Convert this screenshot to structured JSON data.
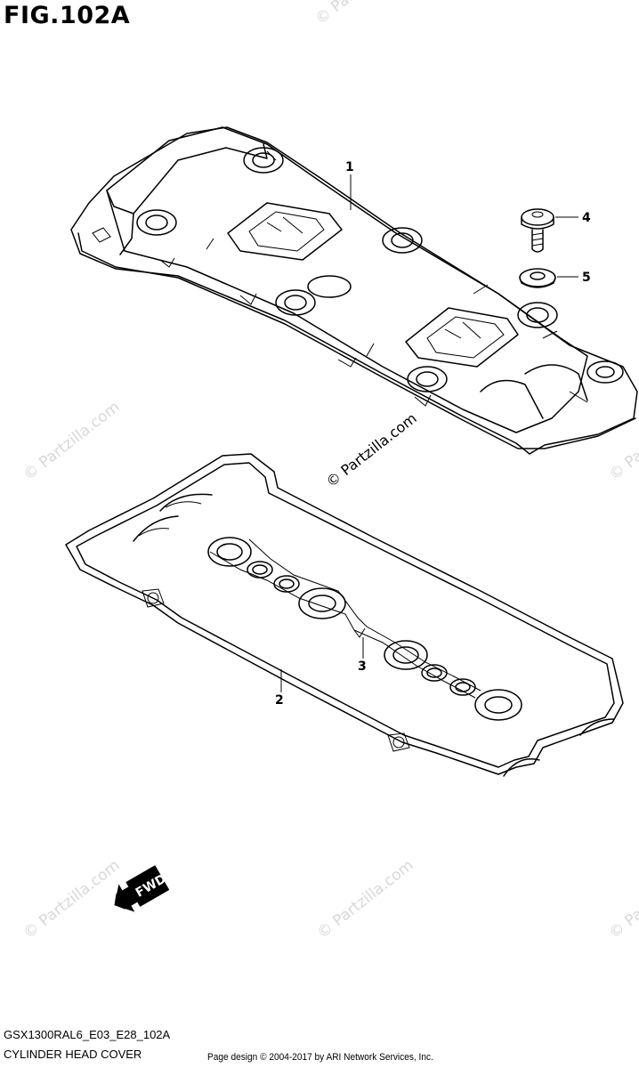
{
  "figure": {
    "title": "FIG.102A",
    "model_code": "GSX1300RAL6_E03_E28_102A",
    "assembly_name": "CYLINDER HEAD COVER",
    "copyright": "Page design © 2004-2017 by ARI Network Services, Inc."
  },
  "callouts": [
    "1",
    "2",
    "3",
    "4",
    "5"
  ],
  "watermark": {
    "text": "© Partzilla.com",
    "fwd_label": "FWD"
  },
  "colors": {
    "line": "#000000",
    "watermark": "#d8d8d8",
    "background": "#ffffff"
  }
}
